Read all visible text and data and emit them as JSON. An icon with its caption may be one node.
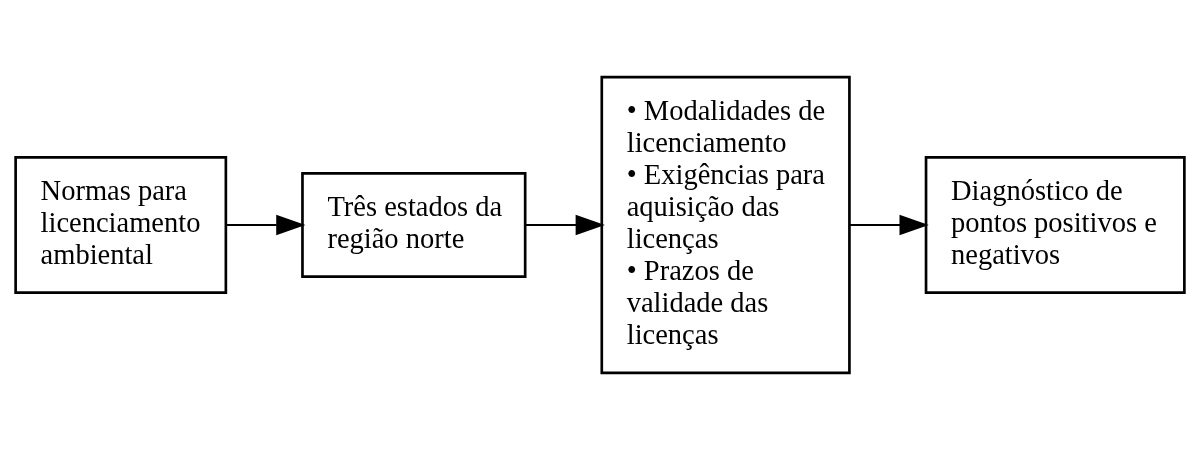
{
  "diagram": {
    "nodes": [
      {
        "text": [
          "Normas para licenciamento ambiental"
        ]
      },
      {
        "text": [
          "Três estados da região norte"
        ]
      },
      {
        "text": [
          "• Modalidades de licenciamento",
          "• Exigências para aquisição das licenças",
          "• Prazos de validade das licenças"
        ]
      },
      {
        "text": [
          "Diagnóstico de pontos positivos e negativos"
        ]
      }
    ],
    "edges": [
      {
        "from": 0,
        "to": 1,
        "arrow": "to"
      },
      {
        "from": 1,
        "to": 2,
        "arrow": "to"
      },
      {
        "from": 2,
        "to": 3,
        "arrow": "to"
      }
    ]
  }
}
